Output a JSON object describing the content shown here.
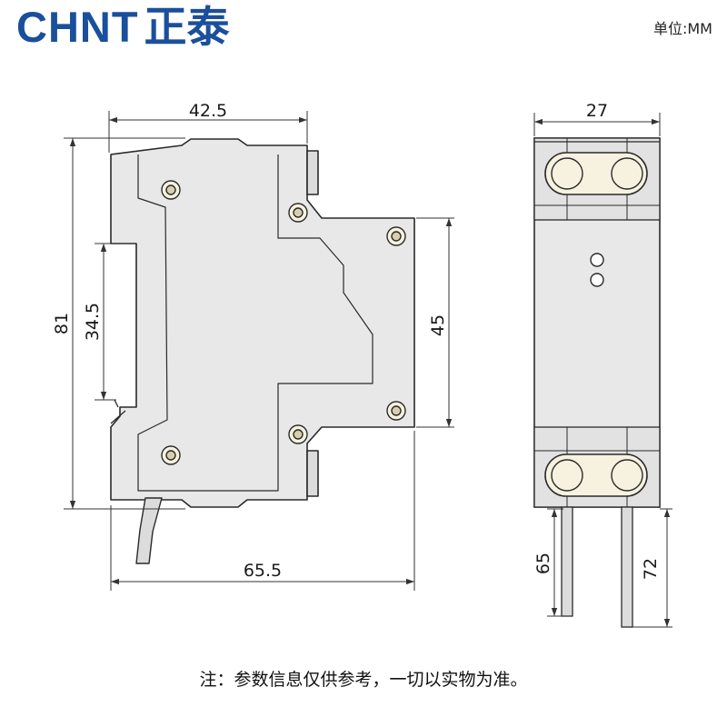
{
  "brand": {
    "logo_latin": "CHNT",
    "logo_cn": "正泰",
    "color": "#1a4f9c"
  },
  "unit_label": "单位:MM",
  "note": "注：参数信息仅供参考，一切以实物为准。",
  "dimensions": {
    "side_width_top": "42.5",
    "side_height": "81",
    "rail_height": "34.5",
    "front_step_height": "45",
    "overall_depth": "65.5",
    "front_width": "27",
    "lead_short": "65",
    "lead_long": "72"
  },
  "colors": {
    "body_fill": "#e8e8e8",
    "line": "#2a2a2a",
    "terminal": "#f6f2df"
  }
}
